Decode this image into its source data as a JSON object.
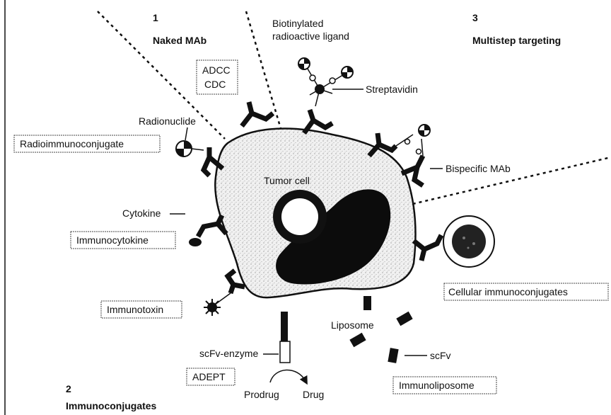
{
  "sections": {
    "naked": {
      "number": "1",
      "title": "Naked MAb"
    },
    "multistep": {
      "number": "3",
      "title": "Multistep targeting"
    },
    "conjugates": {
      "number": "2",
      "title": "Immunoconjugates"
    }
  },
  "labels": {
    "biotinylated_line1": "Biotinylated",
    "biotinylated_line2": "radioactive ligand",
    "streptavidin": "Streptavidin",
    "radionuclide": "Radionuclide",
    "tumor_cell": "Tumor cell",
    "bispecific": "Bispecific MAb",
    "cytokine": "Cytokine",
    "liposome": "Liposome",
    "scfv_enzyme": "scFv-enzyme",
    "scfv": "scFv",
    "prodrug": "Prodrug",
    "drug": "Drug"
  },
  "boxes": {
    "adcc": "ADCC",
    "cdc": "CDC",
    "radioimmunoconjugate": "Radioimmunoconjugate",
    "immunocytokine": "Immunocytokine",
    "immunotoxin": "Immunotoxin",
    "adept": "ADEPT",
    "cellular": "Cellular immunoconjugates",
    "immunoliposome": "Immunoliposome"
  }
}
